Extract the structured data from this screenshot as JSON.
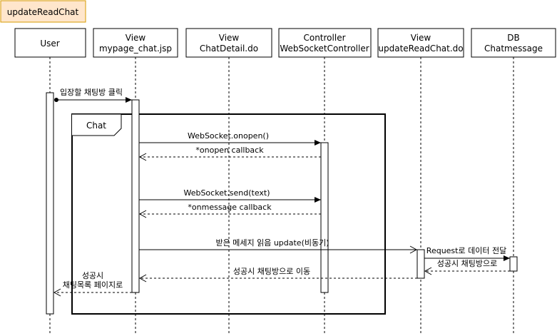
{
  "title": "updateReadChat",
  "participants": [
    {
      "id": "user",
      "line1": "",
      "line2": "User"
    },
    {
      "id": "view-mypage",
      "line1": "View",
      "line2": "mypage_chat.jsp"
    },
    {
      "id": "view-chatdetail",
      "line1": "View",
      "line2": "ChatDetail.do"
    },
    {
      "id": "controller",
      "line1": "Controller",
      "line2": "WebSocketController"
    },
    {
      "id": "view-updateread",
      "line1": "View",
      "line2": "updateReadChat.do"
    },
    {
      "id": "db",
      "line1": "DB",
      "line2": "Chatmessage"
    }
  ],
  "frame_label": "Chat",
  "messages": [
    {
      "id": "enter-room",
      "text": "입장할 채팅방 클릭"
    },
    {
      "id": "ws-open",
      "text": "WebSocket.onopen()"
    },
    {
      "id": "onopen-callback",
      "text": "*onopen callback"
    },
    {
      "id": "ws-send",
      "text": "WebSocket.send(text)"
    },
    {
      "id": "onmessage-callback",
      "text": "*onmessage callback"
    },
    {
      "id": "update-read",
      "text": "받은 메세지 읽음 update(비동기)"
    },
    {
      "id": "request-data",
      "text": "Request로 데이터 전달"
    },
    {
      "id": "db-return",
      "text": "성공시 채팅방으로"
    },
    {
      "id": "move-chatroom",
      "text": "성공시 채팅방으로 이동"
    },
    {
      "id": "to-list-line1",
      "text": "성공시"
    },
    {
      "id": "to-list-line2",
      "text": "채팅목록 페이지로"
    }
  ],
  "colors": {
    "title_fill": "#ffe6cc",
    "title_stroke": "#d79b00",
    "line": "#000000"
  }
}
